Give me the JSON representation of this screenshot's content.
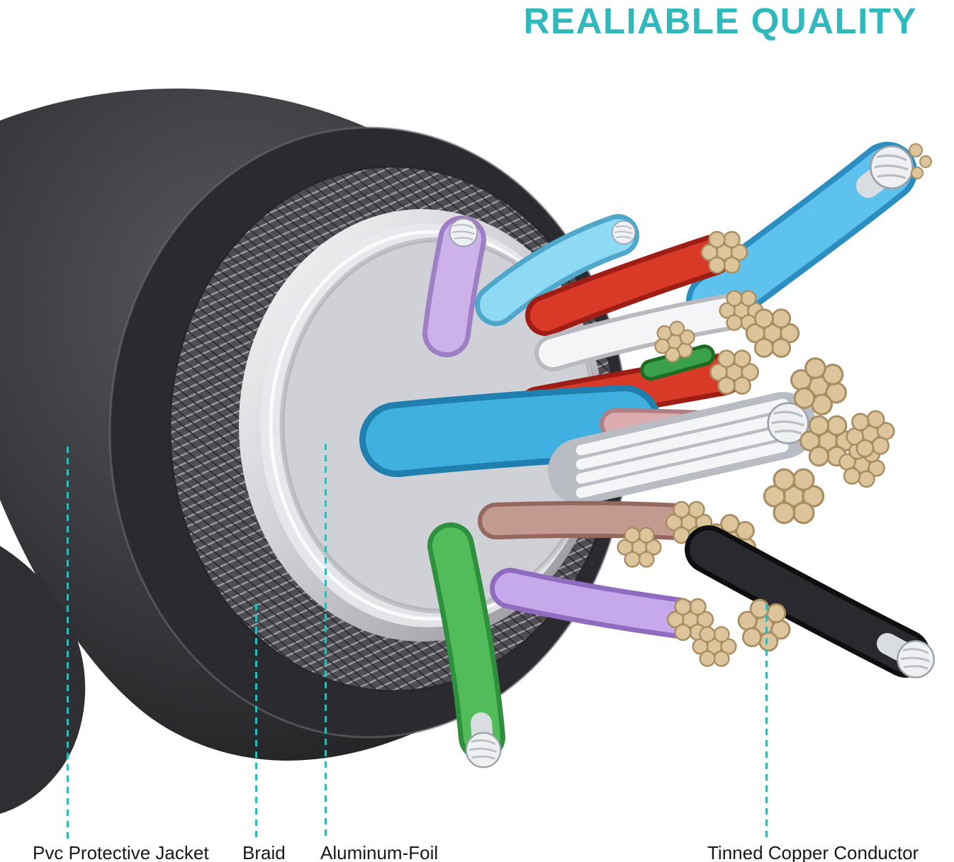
{
  "title": "REALIABLE QUALITY",
  "colors": {
    "accent": "#2fb9bd",
    "label_text": "#18181a",
    "background": "#ffffff"
  },
  "callouts": [
    {
      "id": "pvc-jacket",
      "label": "Pvc Protective Jacket"
    },
    {
      "id": "braid",
      "label": "Braid"
    },
    {
      "id": "aluminum-foil",
      "label": "Aluminum-Foil"
    },
    {
      "id": "tinned-copper-conductor",
      "label": "Tinned Copper Conductor"
    }
  ],
  "illustration": {
    "name": "cable-cutaway",
    "parts": [
      "pvc-protective-jacket",
      "braid-shield",
      "aluminum-foil",
      "inner-insulated-wires",
      "tinned-copper-strands"
    ],
    "wire_colors": {
      "jacket": "#2a2a2e",
      "braid": "#5a5a60",
      "foil": "#d6d6da",
      "light_blue": "#5ec2ee",
      "blue": "#3fb0e0",
      "red": "#d93a28",
      "white": "#f5f5f7",
      "lavender": "#cdb2ea",
      "purple": "#c6a9ea",
      "green": "#52bd58",
      "brown": "#c29a90",
      "pink": "#dcabb0",
      "black": "#2a2a2e",
      "copper_strand": "#dcc59d",
      "tinned_strand": "#eef0f2"
    }
  }
}
